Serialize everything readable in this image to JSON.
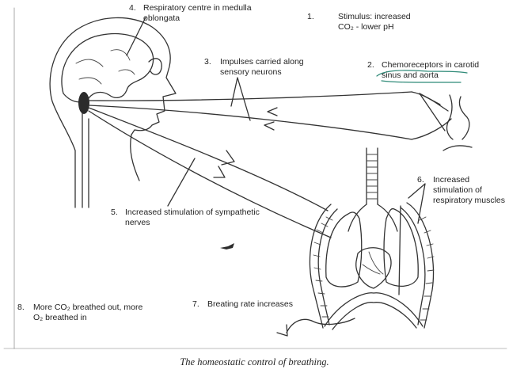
{
  "labels": [
    {
      "number": "1.",
      "text": "Stimulus: increased\nCO₂ - lower pH"
    },
    {
      "number": "2.",
      "text": "Chemoreceptors in carotid\nsinus and aorta"
    },
    {
      "number": "3.",
      "text": "Impulses carried along\nsensory neurons"
    },
    {
      "number": "4.",
      "text": "Respiratory centre in medulla\noblongata"
    },
    {
      "number": "5.",
      "text": "Increased stimulation of sympathetic\nnerves"
    },
    {
      "number": "6.",
      "text": "Increased stimulation of\nrespiratory muscles"
    },
    {
      "number": "7.",
      "text": "Breating rate increases"
    },
    {
      "number": "8.",
      "text": "More CO₂ breathed out, more\nO₂ breathed in"
    }
  ],
  "caption": "The homeostatic control of breathing.",
  "colors": {
    "line": "#333333",
    "medulla": "#2b2b2b",
    "underline": "#2f8a78"
  }
}
